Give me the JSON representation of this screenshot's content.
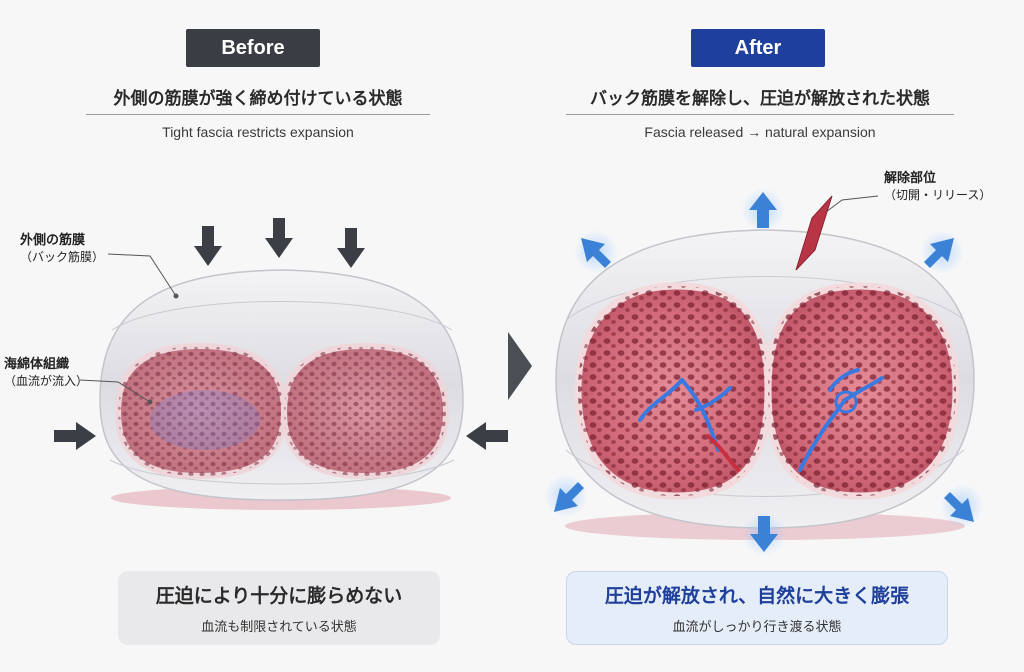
{
  "before": {
    "badge": "Before",
    "title_jp": "外側の筋膜が強く締め付けている状態",
    "title_en": "Tight fascia restricts expansion",
    "label_fascia": "外側の筋膜",
    "label_fascia_sub": "（バック筋膜）",
    "label_tissue": "海綿体組織",
    "label_tissue_sub": "（血流が流入）",
    "summary_main": "圧迫により十分に膨らめない",
    "summary_sub": "血流も制限されている状態"
  },
  "after": {
    "badge": "After",
    "title_jp": "バック筋膜を解除し、圧迫が解放された状態",
    "title_en": "Fascia released → natural expansion",
    "label_release": "解除部位",
    "label_release_sub": "（切開・リリース）",
    "summary_main": "圧迫が解放され、自然に大きく膨張",
    "summary_sub": "血流がしっかり行き渡る状態"
  },
  "icons": {
    "compress": "down-arrow-icon",
    "expand": "expand-arrow-icon",
    "transition": "chevron-right-icon"
  },
  "colors": {
    "before_badge": "#3a3d43",
    "after_badge": "#1f3f9c",
    "tissue": "#c75a68",
    "fascia": "#e9e9ec",
    "arrow_dark": "#3b3f45",
    "arrow_blue": "#3b82d6"
  }
}
